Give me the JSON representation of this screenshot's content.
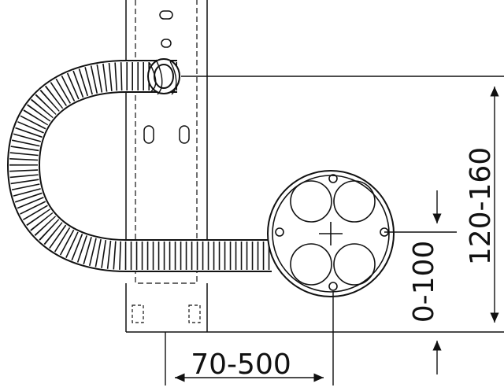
{
  "dimensions": {
    "horizontal_spacing": "70-500",
    "box_offset": "0-100",
    "conduit_height": "120-160"
  },
  "colors": {
    "line": "#111111",
    "background": "#ffffff"
  }
}
